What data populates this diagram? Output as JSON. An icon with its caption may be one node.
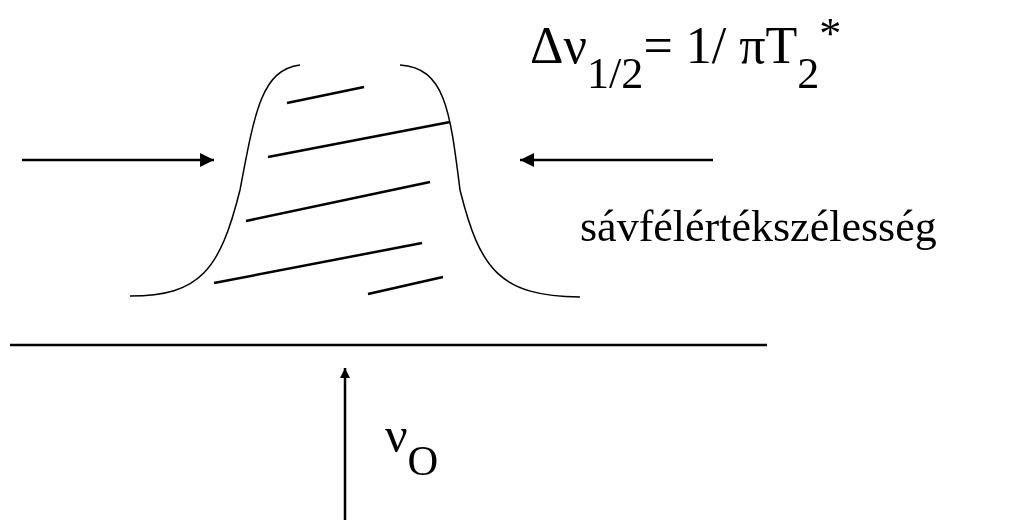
{
  "diagram": {
    "labels": [
      "Δν$_{1/2}$= 1/ πT$_{2}$$^{*}$",
      "sávfélértékszélesség",
      "ν$_{O}$"
    ]
  }
}
